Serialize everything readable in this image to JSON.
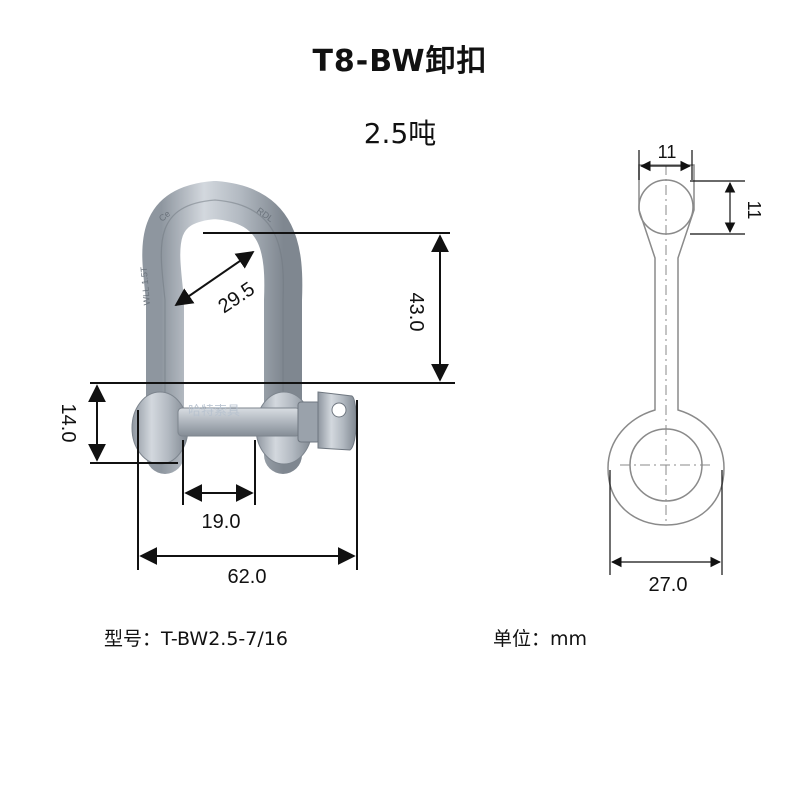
{
  "title": "T8-BW卸扣",
  "capacity": "2.5吨",
  "model": {
    "label": "型号：",
    "value": "T-BW2.5-7/16"
  },
  "unit": {
    "label": "单位：",
    "value": "mm"
  },
  "dimensions": {
    "inner_diagonal": "29.5",
    "inner_height": "43.0",
    "pin_diameter": "14.0",
    "inner_width": "19.0",
    "overall_width": "62.0",
    "side_top_width": "11",
    "side_top_height": "11",
    "side_eye_width": "27.0"
  },
  "stamps": {
    "left": "WLL 1.5T",
    "crown_left": "Ce",
    "crown_right": "RDL"
  },
  "watermark": "哈特索具",
  "colors": {
    "steel": "#b7bec6",
    "steel_dark": "#7d858e",
    "line": "#111111",
    "outline": "#8a8a8a"
  }
}
